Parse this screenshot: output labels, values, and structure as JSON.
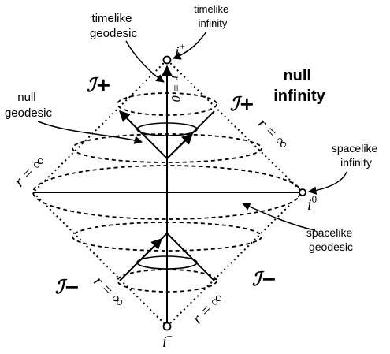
{
  "labels": {
    "timelike_geodesic": [
      "timelike",
      "geodesic"
    ],
    "timelike_infinity": [
      "timelike",
      "infinity"
    ],
    "null_infinity": [
      "null",
      "infinity"
    ],
    "null_geodesic": [
      "null",
      "geodesic"
    ],
    "spacelike_infinity": [
      "spacelike",
      "infinity"
    ],
    "spacelike_geodesic": [
      "spacelike",
      "geodesic"
    ]
  },
  "symbols": {
    "i_plus_base": "i",
    "i_plus_sup": "+",
    "i_minus_base": "i",
    "i_minus_sup": "−",
    "i_zero_base": "i",
    "i_zero_sup": "0",
    "scri_plus": "ℐ+",
    "scri_minus": "ℐ−",
    "r_infinity": "r = ∞",
    "r_zero": "r = 0"
  },
  "colors": {
    "ink": "#000000",
    "background": "#ffffff"
  }
}
